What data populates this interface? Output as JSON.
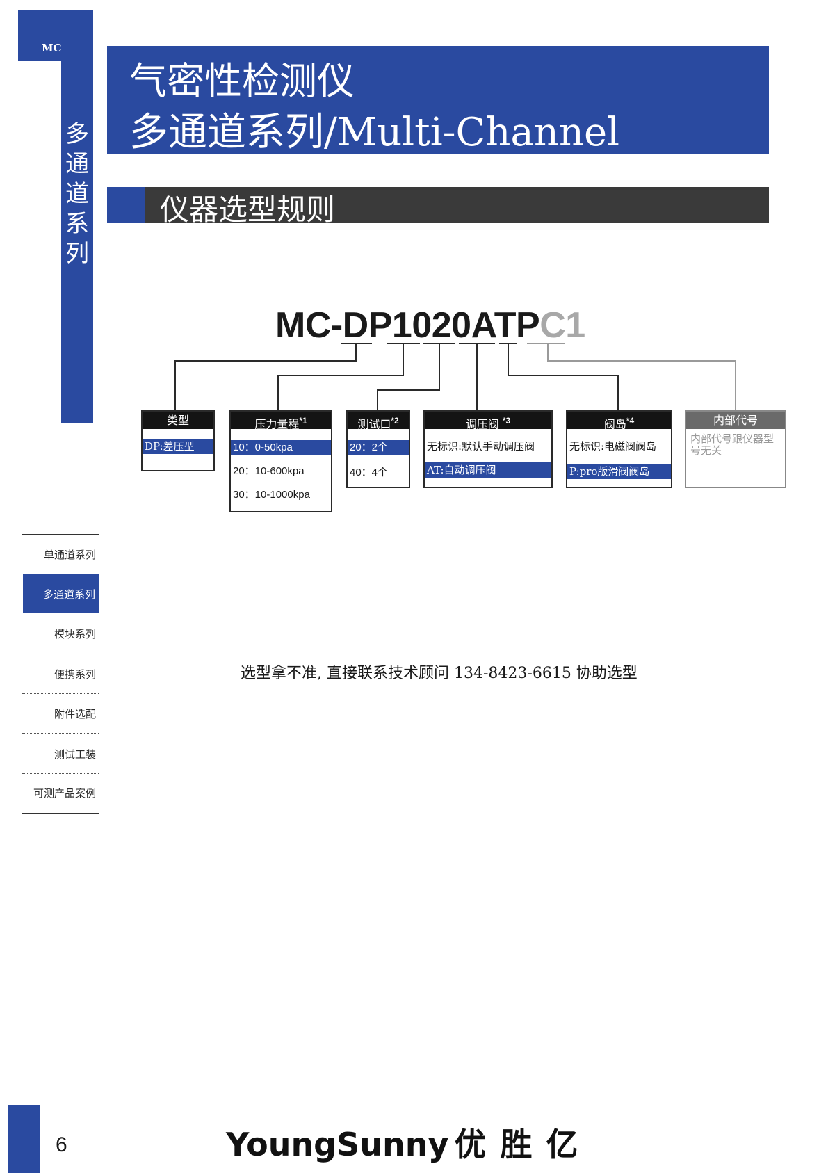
{
  "side_tab": {
    "label": "MC",
    "vertical_chars": [
      "多",
      "通",
      "道",
      "系",
      "列"
    ]
  },
  "header": {
    "line1": "气密性检测仪",
    "line2": "多通道系列/Multi-Channel"
  },
  "section": {
    "title": "仪器选型规则"
  },
  "model_code": {
    "main": "MC-DP1020ATP",
    "suffix": "C1"
  },
  "options": {
    "type": {
      "header": "类型",
      "mark": "",
      "rows": [
        {
          "text": "DP:差压型",
          "selected": true
        }
      ]
    },
    "pressure": {
      "header": "压力量程",
      "mark": "*1",
      "rows": [
        {
          "text": "10：0-50kpa",
          "selected": true
        },
        {
          "text": "20：10-600kpa",
          "selected": false
        },
        {
          "text": "30：10-1000kpa",
          "selected": false
        }
      ]
    },
    "port": {
      "header": "测试口",
      "mark": "*2",
      "rows": [
        {
          "text": "20：2个",
          "selected": true
        },
        {
          "text": "40：4个",
          "selected": false
        }
      ]
    },
    "valve": {
      "header": "调压阀",
      "mark": "*3",
      "rows": [
        {
          "text": "无标识:默认手动调压阀",
          "selected": false
        },
        {
          "text": "AT:自动调压阀",
          "selected": true
        }
      ]
    },
    "island": {
      "header": "阀岛",
      "mark": "*4",
      "rows": [
        {
          "text": "无标识:电磁阀阀岛",
          "selected": false
        },
        {
          "text": "P:pro版滑阀阀岛",
          "selected": true
        }
      ]
    },
    "internal": {
      "header": "内部代号",
      "note": "内部代号跟仪器型号无关"
    }
  },
  "nav": {
    "items": [
      {
        "label": "单通道系列",
        "active": false
      },
      {
        "label": "多通道系列",
        "active": true
      },
      {
        "label": "模块系列",
        "active": false
      },
      {
        "label": "便携系列",
        "active": false
      },
      {
        "label": "附件选配",
        "active": false
      },
      {
        "label": "测试工装",
        "active": false
      },
      {
        "label": "可测产品案例",
        "active": false
      }
    ]
  },
  "contact_note": "选型拿不准, 直接联系技术顾问 134-8423-6615 协助选型",
  "footer": {
    "page_number": "6",
    "brand_en": "YoungSunny",
    "brand_cn": "优胜亿"
  },
  "colors": {
    "brand_blue": "#2a4aa0",
    "dark_bar": "#3a3a3a",
    "header_black": "#141414",
    "grey_suffix": "#a8a8a8"
  }
}
